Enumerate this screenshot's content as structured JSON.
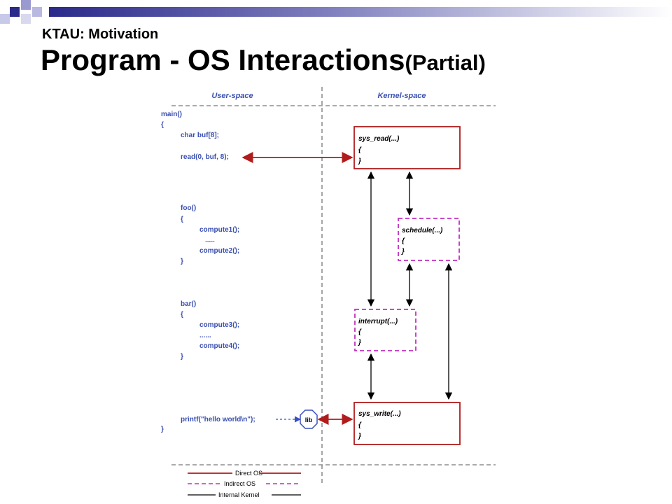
{
  "header": {
    "subtitle": "KTAU: Motivation",
    "title": "Program - OS Interactions",
    "title_suffix": "(Partial)"
  },
  "diagram": {
    "columns": {
      "user": "User-space",
      "kernel": "Kernel-space"
    },
    "code_lines": [
      "main()",
      "{",
      "char buf[8];",
      "read(0, buf, 8);",
      "foo()",
      "{",
      "compute1();",
      ".....",
      "compute2();",
      "}",
      "bar()",
      "{",
      "compute3();",
      "......",
      "compute4();",
      "}",
      "printf(\"hello world\\n\");",
      "}"
    ],
    "boxes": {
      "sys_read": {
        "name": "sys_read(...)",
        "open": "{",
        "close": "}"
      },
      "schedule": {
        "name": "schedule(...)",
        "open": "{",
        "close": "}"
      },
      "interrupt": {
        "name": "interrupt(...)",
        "open": "{",
        "close": "}"
      },
      "sys_write": {
        "name": "sys_write(...)",
        "open": "{",
        "close": "}"
      }
    },
    "lib_label": "lib",
    "legend": [
      "Direct OS",
      "Indirect OS",
      "Internal Kernel"
    ],
    "colors": {
      "direct": "#b01c1c",
      "indirect": "#c030c0",
      "internal": "#000000",
      "lib": "#3a4fc0"
    }
  }
}
